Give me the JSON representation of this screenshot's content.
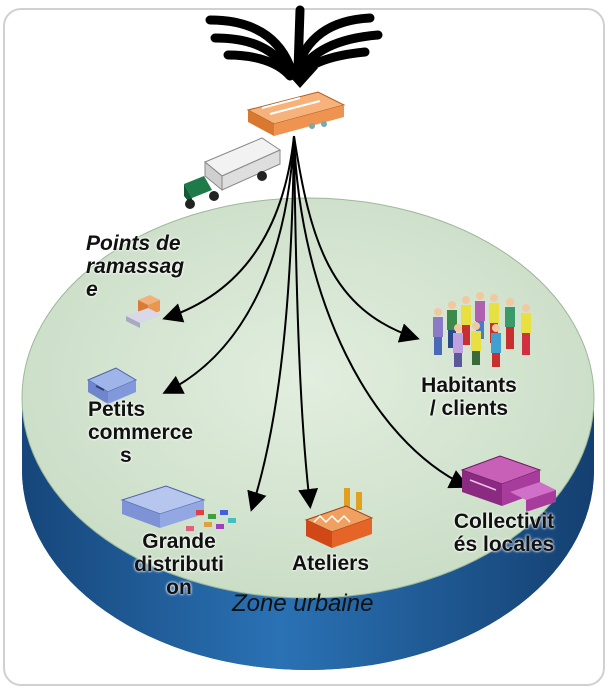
{
  "labels": {
    "points_ramassage": [
      "Points de",
      "ramassag",
      "e"
    ],
    "petits_commerces": [
      "Petits",
      "commerce",
      "s"
    ],
    "grande_distribution": [
      "Grande",
      "distributi",
      "on"
    ],
    "ateliers": "Ateliers",
    "habitants": [
      "Habitants",
      "/ clients"
    ],
    "collectivites": [
      "Collectivit",
      "és locales"
    ],
    "zone": "Zone urbaine"
  },
  "icons": [
    "incoming-flow-arrows-icon",
    "warehouse-icon",
    "truck-icon",
    "parcel-point-icon",
    "small-shop-icon",
    "supermarket-icon",
    "factory-icon",
    "people-icon",
    "public-building-icon"
  ],
  "colors": {
    "disc_top": "#d6e6d2",
    "disc_side": "#1f5f9c",
    "arrows": "#000000"
  }
}
